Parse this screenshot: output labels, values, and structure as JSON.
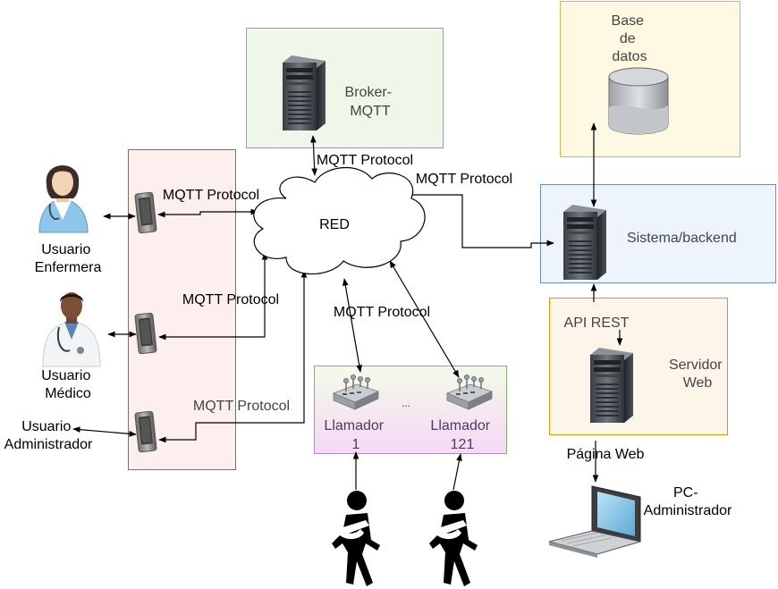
{
  "labels": {
    "broker": [
      "Broker-",
      "MQTT"
    ],
    "database": [
      "Base",
      "de",
      "datos"
    ],
    "red": "RED",
    "backend": "Sistema/backend",
    "api_rest": "API REST",
    "web_server": [
      "Servidor",
      "Web"
    ],
    "web_page": "Página Web",
    "pc_admin": [
      "PC-",
      "Administrador"
    ],
    "user_nurse": [
      "Usuario",
      "Enfermera"
    ],
    "user_doctor": [
      "Usuario",
      "Médico"
    ],
    "user_admin": [
      "Usuario",
      "Administrador"
    ],
    "caller1": [
      "Llamador",
      "1"
    ],
    "caller121": [
      "Llamador",
      "121"
    ],
    "ellipsis": "..."
  },
  "protocol_labels": [
    "MQTT Protocol",
    "MQTT Protocol",
    "MQTT Protocol",
    "MQTT Protocol",
    "MQTT Protocol",
    "MQTT Protocol"
  ],
  "colors": {
    "broker_box": "#eef7ea",
    "broker_border": "#82b366",
    "db_box": "#fff9e3",
    "db_border": "#d6b656",
    "backend_box": "#eef4fb",
    "backend_border": "#6c8ebf",
    "webserver_box": "#fdf5e9",
    "webserver_border": "#d79b00",
    "callers_box_top": "#f3fbe9",
    "callers_box_bottom": "#f7d7f7",
    "callers_border": "#82b366",
    "phones_box": "#fcefee",
    "phones_border": "#b85450"
  },
  "icons": [
    "server-icon",
    "database-icon",
    "cloud-icon",
    "smartphone-icon",
    "pager-icon",
    "laptop-icon",
    "nurse-icon",
    "doctor-icon",
    "patient-icon"
  ]
}
